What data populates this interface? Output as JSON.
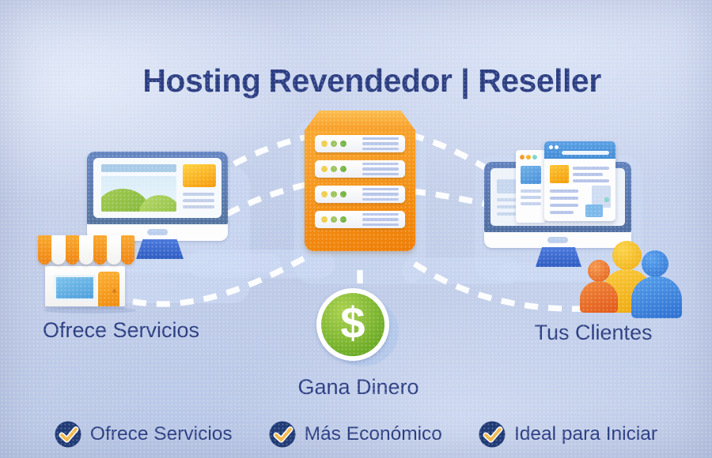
{
  "title": {
    "brand": "Hosting",
    "rest": "Revendedor | Reseller"
  },
  "diagram": {
    "left": {
      "label": "Ofrece Servicios"
    },
    "center": {
      "label": "Gana Dinero",
      "coin_symbol": "$"
    },
    "right": {
      "label": "Tus Clientes"
    }
  },
  "features": [
    {
      "label": "Ofrece Servicios"
    },
    {
      "label": "Más Económico"
    },
    {
      "label": "Ideal para Iniciar"
    }
  ],
  "colors": {
    "navy": "#2c3e82",
    "dash_white": "#ffffff",
    "badge_navy": "#1f3a75",
    "check_gold": "#f2b84b",
    "server_orange": "#f28a10",
    "coin_green": "#6cab24",
    "bezel_blue": "#5b7ab9",
    "stand_blue": "#3b6cd4",
    "awning_orange": "#f29022",
    "window_blue": "#5fb0e8",
    "door_orange": "#f3a01c",
    "browser_blue": "#4e96e0",
    "people_orange": "#e87436",
    "people_yellow": "#f2b81f",
    "people_blue": "#3b86dd"
  }
}
